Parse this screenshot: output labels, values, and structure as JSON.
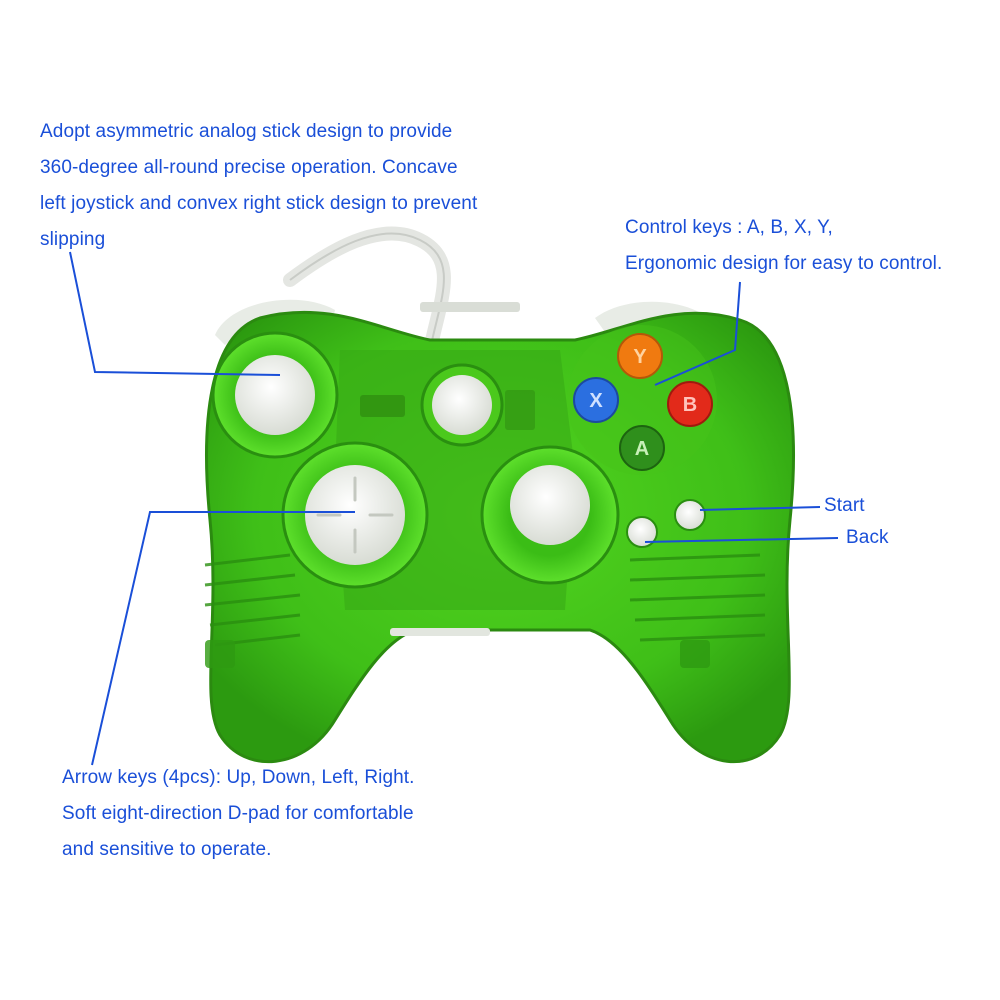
{
  "annotations": {
    "analog_sticks": {
      "lines": [
        "Adopt asymmetric analog stick design to provide",
        "360-degree all-round precise operation. Concave",
        "left joystick and convex right stick design to prevent",
        "slipping"
      ]
    },
    "control_keys": {
      "lines": [
        "Control keys : A, B, X, Y,",
        "Ergonomic design for easy to control."
      ]
    },
    "start": "Start",
    "back": "Back",
    "arrow_keys": {
      "lines": [
        "Arrow keys (4pcs): Up, Down, Left, Right.",
        "Soft eight-direction D-pad for comfortable",
        "and sensitive to operate."
      ]
    }
  },
  "face_buttons": {
    "y": "Y",
    "x": "X",
    "b": "B",
    "a": "A"
  },
  "colors": {
    "annotation_text": "#1a4fd8",
    "leader_line": "#1a4fd8",
    "shell_green": "#3fc21a",
    "shell_dark": "#2a8f12",
    "button_white": "#eef0ec",
    "button_y": "#f07a10",
    "button_x": "#2b6fe0",
    "button_b": "#e22a1a",
    "button_a": "#2f8f1c"
  }
}
